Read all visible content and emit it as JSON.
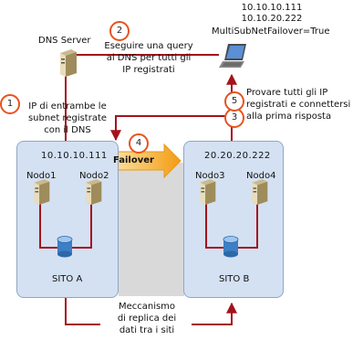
{
  "client": {
    "ip1": "10.10.10.111",
    "ip2": "10.10.20.222",
    "setting": "MultiSubNetFailover=True"
  },
  "dns_server": {
    "label": "DNS Server"
  },
  "steps": [
    {
      "number": "1",
      "text_lines": [
        "IP di entrambe le",
        "subnet registrate",
        "con il DNS"
      ]
    },
    {
      "number": "2",
      "text_lines": [
        "Eseguire una query",
        "al DNS per tutti gli",
        "IP registrati"
      ]
    },
    {
      "number": "3",
      "text_lines": []
    },
    {
      "number": "4",
      "text_lines": [
        "Failover"
      ]
    },
    {
      "number": "5",
      "text_lines": [
        "Provare tutti gli IP",
        "registrati e connettersi",
        "alla prima risposta"
      ]
    }
  ],
  "site_a": {
    "ip": "10.10.10.111",
    "nodes": [
      "Nodo1",
      "Nodo2"
    ],
    "name": "SITO A"
  },
  "site_b": {
    "ip": "20.20.20.222",
    "nodes": [
      "Nodo3",
      "Nodo4"
    ],
    "name": "SITO B"
  },
  "replication": {
    "text_lines": [
      "Meccanismo",
      "di replica dei",
      "dati tra i siti"
    ]
  },
  "colors": {
    "wire": "#a3131c",
    "badge_border": "#e8531f",
    "site_fill": "#d4e1f2",
    "failover_arrow": "#f7a828"
  },
  "icons": [
    "server-icon",
    "laptop-icon",
    "database-icon",
    "arrow-icon"
  ]
}
